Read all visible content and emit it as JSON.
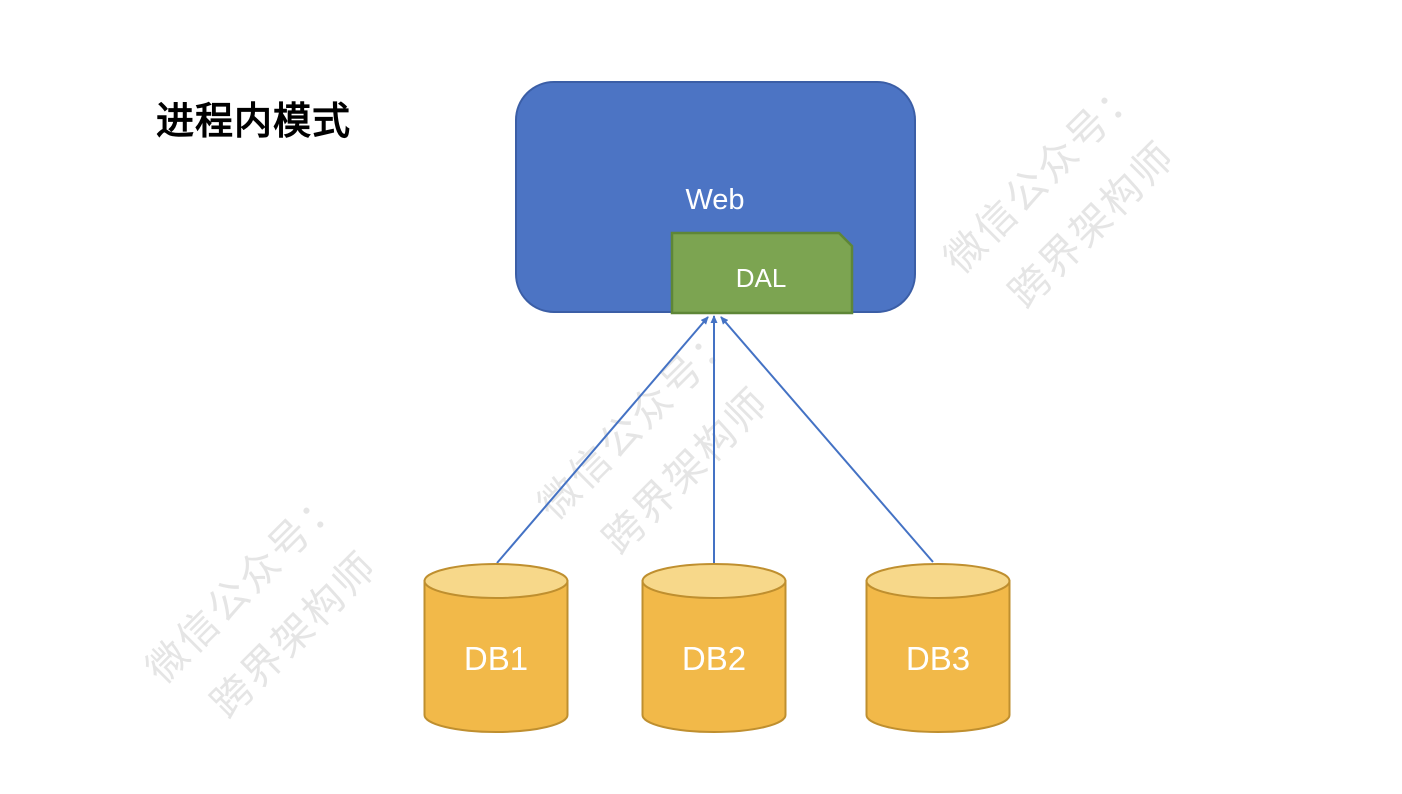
{
  "title": "进程内模式",
  "diagram": {
    "web": {
      "label": "Web"
    },
    "dal": {
      "label": "DAL"
    },
    "databases": [
      {
        "label": "DB1"
      },
      {
        "label": "DB2"
      },
      {
        "label": "DB3"
      }
    ]
  },
  "watermark": {
    "line1": "微信公众号：",
    "line2": "跨界架构师"
  },
  "colors": {
    "web_fill": "#4C74C4",
    "web_border": "#3B5EA6",
    "dal_fill": "#7CA451",
    "dal_border": "#5E8637",
    "db_fill": "#F2B949",
    "db_top_fill": "#F7D88A",
    "db_border": "#BF8F2F",
    "arrow": "#4472C4",
    "label_text": "#FFFFFF",
    "title_text": "#000000",
    "watermark_text": "#E5E5E5"
  }
}
